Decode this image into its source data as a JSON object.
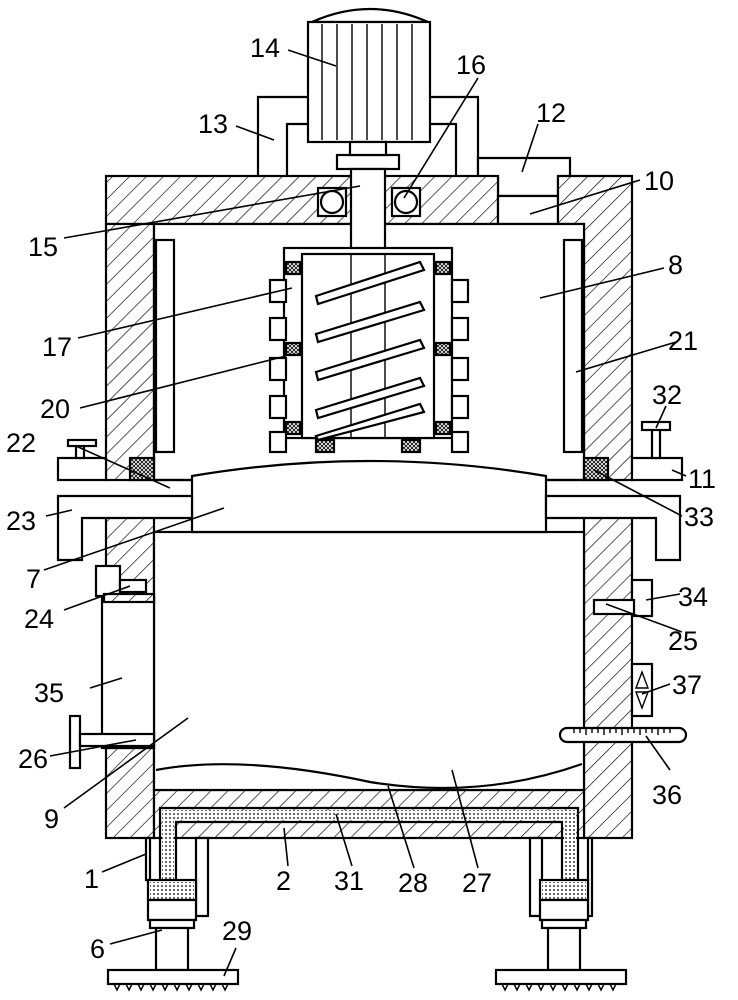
{
  "diagram": {
    "labels": [
      {
        "id": "label-1",
        "text": "1"
      },
      {
        "id": "label-2",
        "text": "2"
      },
      {
        "id": "label-6",
        "text": "6"
      },
      {
        "id": "label-7",
        "text": "7"
      },
      {
        "id": "label-8",
        "text": "8"
      },
      {
        "id": "label-9",
        "text": "9"
      },
      {
        "id": "label-10",
        "text": "10"
      },
      {
        "id": "label-11",
        "text": "11"
      },
      {
        "id": "label-12",
        "text": "12"
      },
      {
        "id": "label-13",
        "text": "13"
      },
      {
        "id": "label-14",
        "text": "14"
      },
      {
        "id": "label-15",
        "text": "15"
      },
      {
        "id": "label-16",
        "text": "16"
      },
      {
        "id": "label-17",
        "text": "17"
      },
      {
        "id": "label-20",
        "text": "20"
      },
      {
        "id": "label-21",
        "text": "21"
      },
      {
        "id": "label-22",
        "text": "22"
      },
      {
        "id": "label-23",
        "text": "23"
      },
      {
        "id": "label-24",
        "text": "24"
      },
      {
        "id": "label-25",
        "text": "25"
      },
      {
        "id": "label-26",
        "text": "26"
      },
      {
        "id": "label-27",
        "text": "27"
      },
      {
        "id": "label-28",
        "text": "28"
      },
      {
        "id": "label-29",
        "text": "29"
      },
      {
        "id": "label-31",
        "text": "31"
      },
      {
        "id": "label-32",
        "text": "32"
      },
      {
        "id": "label-33",
        "text": "33"
      },
      {
        "id": "label-34",
        "text": "34"
      },
      {
        "id": "label-35",
        "text": "35"
      },
      {
        "id": "label-36",
        "text": "36"
      },
      {
        "id": "label-37",
        "text": "37"
      }
    ]
  }
}
